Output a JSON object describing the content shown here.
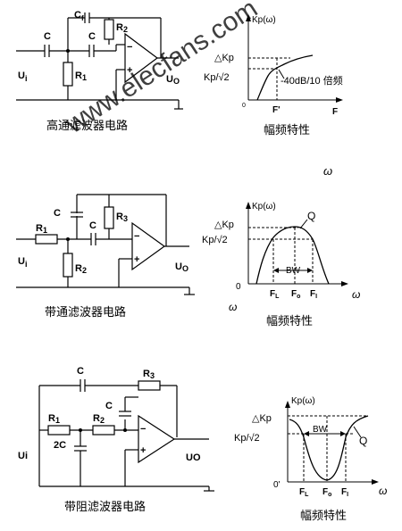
{
  "watermark": "www.elecfans.com",
  "highpass": {
    "caption": "高通滤波器电路",
    "c1": "C",
    "c2": "C",
    "c_f": "C",
    "c_f_sub": "f",
    "r1": "R",
    "r1_sub": "1",
    "r2": "R",
    "r2_sub": "2",
    "vi": "U",
    "vi_sub": "i",
    "vo": "U",
    "vo_sub": "O",
    "minus": "−",
    "plus": "+"
  },
  "highpass_graph": {
    "caption": "幅频特性",
    "ylabel": "Kp(ω)",
    "delta": "△Kp",
    "kp_sqrt": "Kp/√2",
    "slope": "-40dB/10 倍频",
    "f_marker": "F'",
    "f_axis": "F",
    "origin": "0",
    "omega": "ω"
  },
  "bandpass": {
    "caption": "带通滤波器电路",
    "c1": "C",
    "c2": "C",
    "r1": "R",
    "r1_sub": "1",
    "r2": "R",
    "r2_sub": "2",
    "r3": "R",
    "r3_sub": "3",
    "vi": "U",
    "vi_sub": "i",
    "vo": "U",
    "vo_sub": "O",
    "minus": "−",
    "plus": "+"
  },
  "bandpass_graph": {
    "caption": "幅频特性",
    "ylabel": "Kp(ω)",
    "delta": "△Kp",
    "kp_sqrt": "Kp/√2",
    "q": "Q",
    "bw": "BW",
    "fl": "F",
    "fl_sub": "L",
    "fo": "F",
    "fo_sub": "o",
    "fh": "F",
    "fh_sub": "I",
    "origin": "0",
    "omega": "ω",
    "omega_left": "ω"
  },
  "bandstop": {
    "caption": "带阻滤波器电路",
    "c_top": "C",
    "c_mid": "C",
    "c_shunt": "2C",
    "r1": "R",
    "r1_sub": "1",
    "r2": "R",
    "r2_sub": "2",
    "r3": "R",
    "r3_sub": "3",
    "vi": "Ui",
    "vo": "UO",
    "minus": "−",
    "plus": "+"
  },
  "bandstop_graph": {
    "caption": "幅频特性",
    "ylabel": "Kp(ω)",
    "delta": "△Kp",
    "kp_sqrt": "Kp/√2",
    "q": "Q",
    "bw": "BW",
    "fl": "F",
    "fl_sub": "L",
    "fo": "F",
    "fo_sub": "o",
    "fh": "F",
    "fh_sub": "I",
    "origin": "0'",
    "omega": "ω"
  }
}
